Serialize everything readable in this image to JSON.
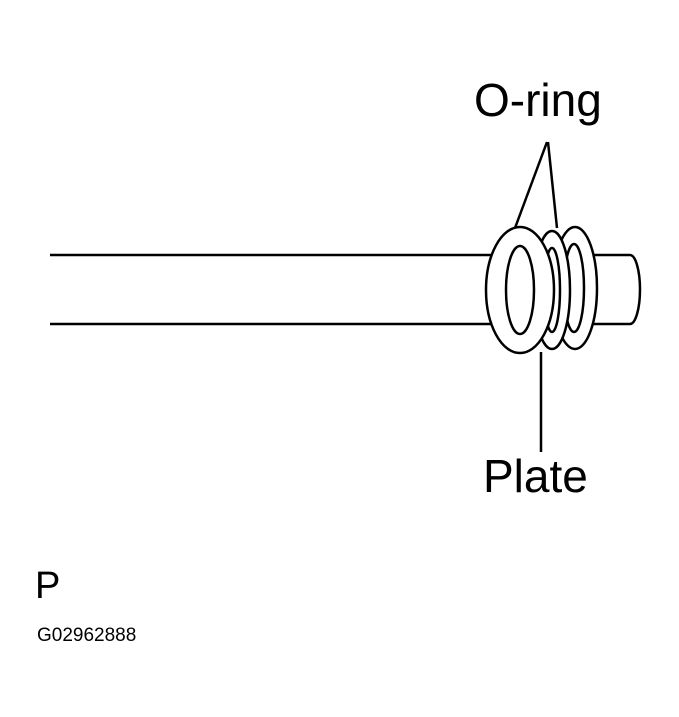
{
  "labels": {
    "o_ring": "O-ring",
    "plate": "Plate",
    "view_letter": "P",
    "figure_code": "G02962888"
  },
  "colors": {
    "line": "#000000",
    "background": "#ffffff"
  }
}
